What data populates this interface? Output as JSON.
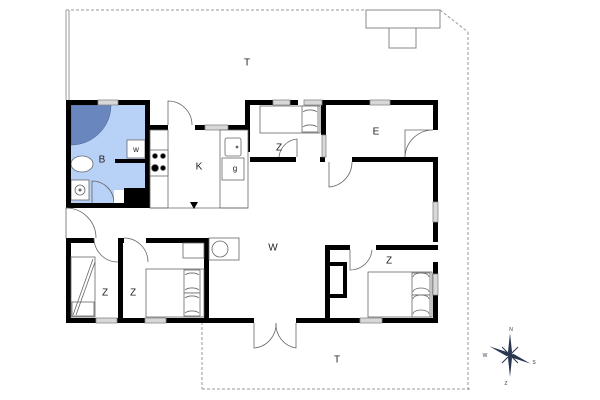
{
  "plan": {
    "type": "floor-plan",
    "rooms": [
      {
        "id": "bath",
        "label": "B",
        "name": "bathroom"
      },
      {
        "id": "kitchen",
        "label": "K",
        "name": "kitchen"
      },
      {
        "id": "bed1",
        "label": "Z",
        "name": "bedroom-top"
      },
      {
        "id": "entry",
        "label": "E",
        "name": "entrance"
      },
      {
        "id": "living",
        "label": "W",
        "name": "living-room"
      },
      {
        "id": "bed2",
        "label": "Z",
        "name": "bedroom-bottom-left-small"
      },
      {
        "id": "bed3",
        "label": "Z",
        "name": "bedroom-bottom-left"
      },
      {
        "id": "bed4",
        "label": "Z",
        "name": "bedroom-bottom-right"
      },
      {
        "id": "terrace1",
        "label": "T",
        "name": "terrace-top"
      },
      {
        "id": "terrace2",
        "label": "T",
        "name": "terrace-bottom"
      }
    ],
    "fixtures": {
      "washer": "w",
      "fridge": "g"
    },
    "compass": {
      "n": "N",
      "s": "S",
      "e": "Z",
      "w": "W"
    },
    "colors": {
      "wall": "#000000",
      "bath_fill": "#b8d2f7",
      "shower_fill": "#6a86bf",
      "window": "#c8c8c8",
      "terrace_line": "#9a9a9a"
    }
  }
}
